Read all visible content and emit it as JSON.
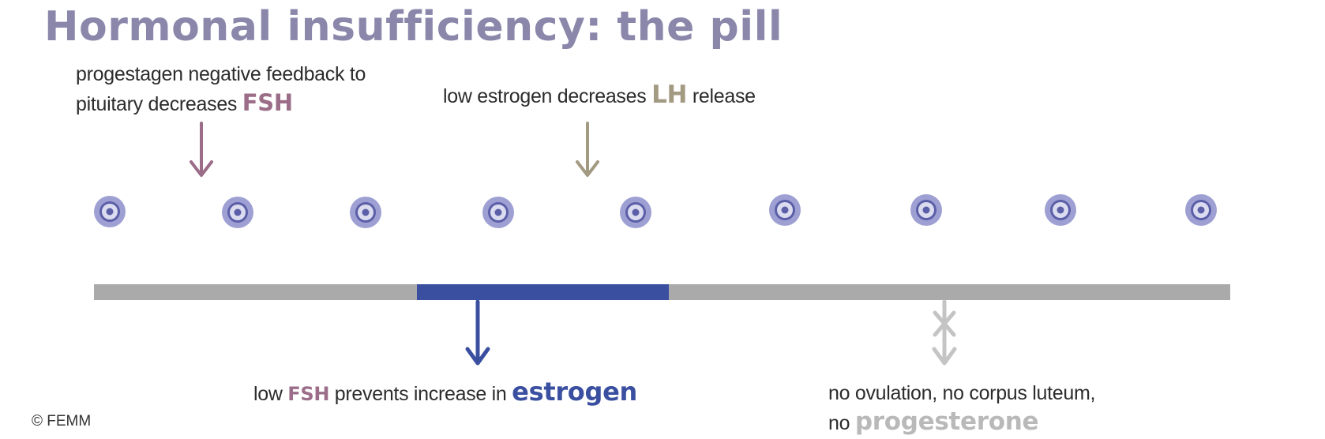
{
  "title": "Hormonal insufficiency: the pill",
  "note_fsh": {
    "line1": "progestagen negative feedback to",
    "line2_prefix": "pituitary decreases ",
    "line2_highlight": "FSH"
  },
  "note_lh": {
    "prefix": "low estrogen decreases ",
    "highlight": "LH",
    "suffix": " release"
  },
  "note_estrogen": {
    "prefix": "low ",
    "highlight1": "FSH",
    "middle": " prevents increase in ",
    "highlight2": "estrogen"
  },
  "note_progesterone": {
    "line1": "no ovulation, no corpus luteum,",
    "line2_prefix": "no ",
    "line2_highlight": "progesterone"
  },
  "copyright": "© FEMM",
  "colors": {
    "title": "#8a87ab",
    "fsh": "#9b6d88",
    "lh": "#a39a82",
    "estrogen": "#3a4fa0",
    "progesterone": "#b9b9b9",
    "bar": "#aaaaaa",
    "follicle_outer": "#9ea0d3",
    "follicle_ring": "#5b5fa8"
  },
  "follicle_count": 9
}
